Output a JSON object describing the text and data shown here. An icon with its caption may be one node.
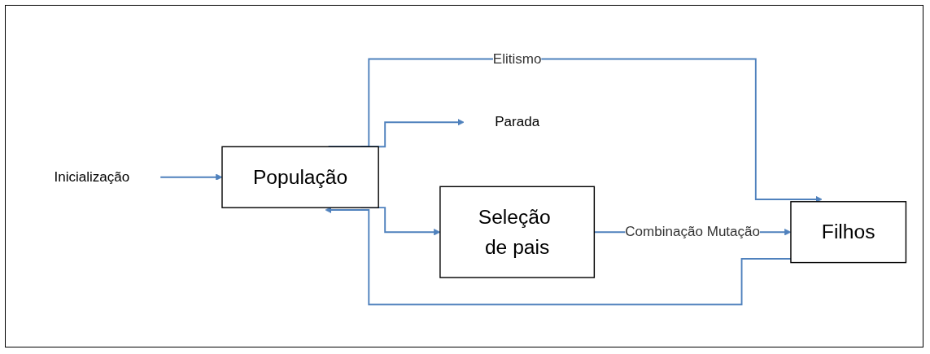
{
  "diagram": {
    "nodes": [
      {
        "text": [
          "Inicialização"
        ]
      },
      {
        "text": [
          "População"
        ]
      },
      {
        "text": [
          "Seleção de pais"
        ]
      },
      {
        "text": [
          "Filhos"
        ]
      },
      {
        "text": [
          "Parada"
        ]
      }
    ],
    "edges": [
      {
        "from": 0,
        "to": 1,
        "arrow": "to"
      },
      {
        "from": 1,
        "to": 4,
        "arrow": "to"
      },
      {
        "from": 1,
        "to": 2,
        "arrow": "to"
      },
      {
        "from": 1,
        "to": 3,
        "arrow": "to",
        "label": "Elitismo"
      },
      {
        "from": 2,
        "to": 3,
        "arrow": "to",
        "label": "Combinação Mutação"
      },
      {
        "from": 3,
        "to": 1,
        "arrow": "to"
      }
    ]
  }
}
